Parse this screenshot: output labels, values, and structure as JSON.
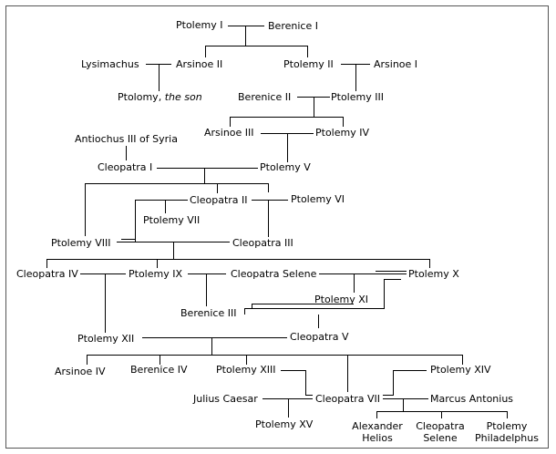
{
  "people": {
    "ptolemy_i": "Ptolemy I",
    "berenice_i": "Berenice I",
    "lysimachus": "Lysimachus",
    "arsinoe_ii": "Arsinoe II",
    "ptolemy_ii": "Ptolemy II",
    "arsinoe_i": "Arsinoe I",
    "ptolemy_son_name": "Ptolomy,",
    "ptolemy_son_desc": "the son",
    "berenice_ii": "Berenice II",
    "ptolemy_iii": "Ptolemy III",
    "arsinoe_iii": "Arsinoe III",
    "ptolemy_iv": "Ptolemy IV",
    "antiochus_iii": "Antiochus III of Syria",
    "cleopatra_i": "Cleopatra I",
    "ptolemy_v": "Ptolemy V",
    "cleopatra_ii": "Cleopatra II",
    "ptolemy_vi": "Ptolemy VI",
    "ptolemy_vii": "Ptolemy VII",
    "ptolemy_viii": "Ptolemy VIII",
    "cleopatra_iii": "Cleopatra III",
    "cleopatra_iv": "Cleopatra IV",
    "ptolemy_ix": "Ptolemy IX",
    "cleopatra_selene": "Cleopatra Selene",
    "ptolemy_x": "Ptolemy X",
    "ptolemy_xi": "Ptolemy XI",
    "berenice_iii": "Berenice III",
    "ptolemy_xii": "Ptolemy XII",
    "cleopatra_v": "Cleopatra V",
    "arsinoe_iv": "Arsinoe IV",
    "berenice_iv": "Berenice IV",
    "ptolemy_xiii": "Ptolemy XIII",
    "ptolemy_xiv": "Ptolemy XIV",
    "julius_caesar": "Julius Caesar",
    "cleopatra_vii": "Cleopatra VII",
    "marcus_antonius": "Marcus Antonius",
    "ptolemy_xv": "Ptolemy XV",
    "alexander_helios_1": "Alexander",
    "alexander_helios_2": "Helios",
    "cleopatra_selene_ii_1": "Cleopatra",
    "cleopatra_selene_ii_2": "Selene",
    "ptolemy_philadelphus_1": "Ptolemy",
    "ptolemy_philadelphus_2": "Philadelphus"
  }
}
